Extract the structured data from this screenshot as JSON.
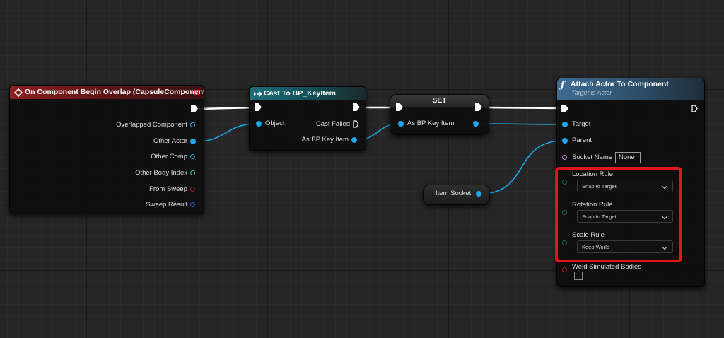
{
  "nodes": {
    "overlap": {
      "title": "On Component Begin Overlap (CapsuleComponent)",
      "pins": [
        "Overlapped Component",
        "Other Actor",
        "Other Comp",
        "Other Body Index",
        "From Sweep",
        "Sweep Result"
      ]
    },
    "cast": {
      "title": "Cast To BP_KeyItem",
      "object_label": "Object",
      "cast_failed_label": "Cast Failed",
      "as_item_label": "As BP Key Item"
    },
    "set": {
      "title": "SET",
      "as_item_label": "As BP Key Item"
    },
    "item_socket": {
      "label": "Item Socket"
    },
    "attach": {
      "title": "Attach Actor To Component",
      "subtitle": "Target is Actor",
      "target_label": "Target",
      "parent_label": "Parent",
      "socket_name_label": "Socket Name",
      "socket_name_value": "None",
      "location_rule_label": "Location Rule",
      "location_rule_value": "Snap to Target",
      "rotation_rule_label": "Rotation Rule",
      "rotation_rule_value": "Snap to Target",
      "scale_rule_label": "Scale Rule",
      "scale_rule_value": "Keep World",
      "weld_label": "Weld Simulated Bodies"
    }
  },
  "colors": {
    "object_pin": "#1ea7ea",
    "struct_pin": "#1f5fd4",
    "int_pin": "#2fd67a",
    "bool_pin": "#a01d1d",
    "name_pin": "#c78ae8",
    "enum_pin": "#0e6d66",
    "highlight": "#e4141b"
  }
}
